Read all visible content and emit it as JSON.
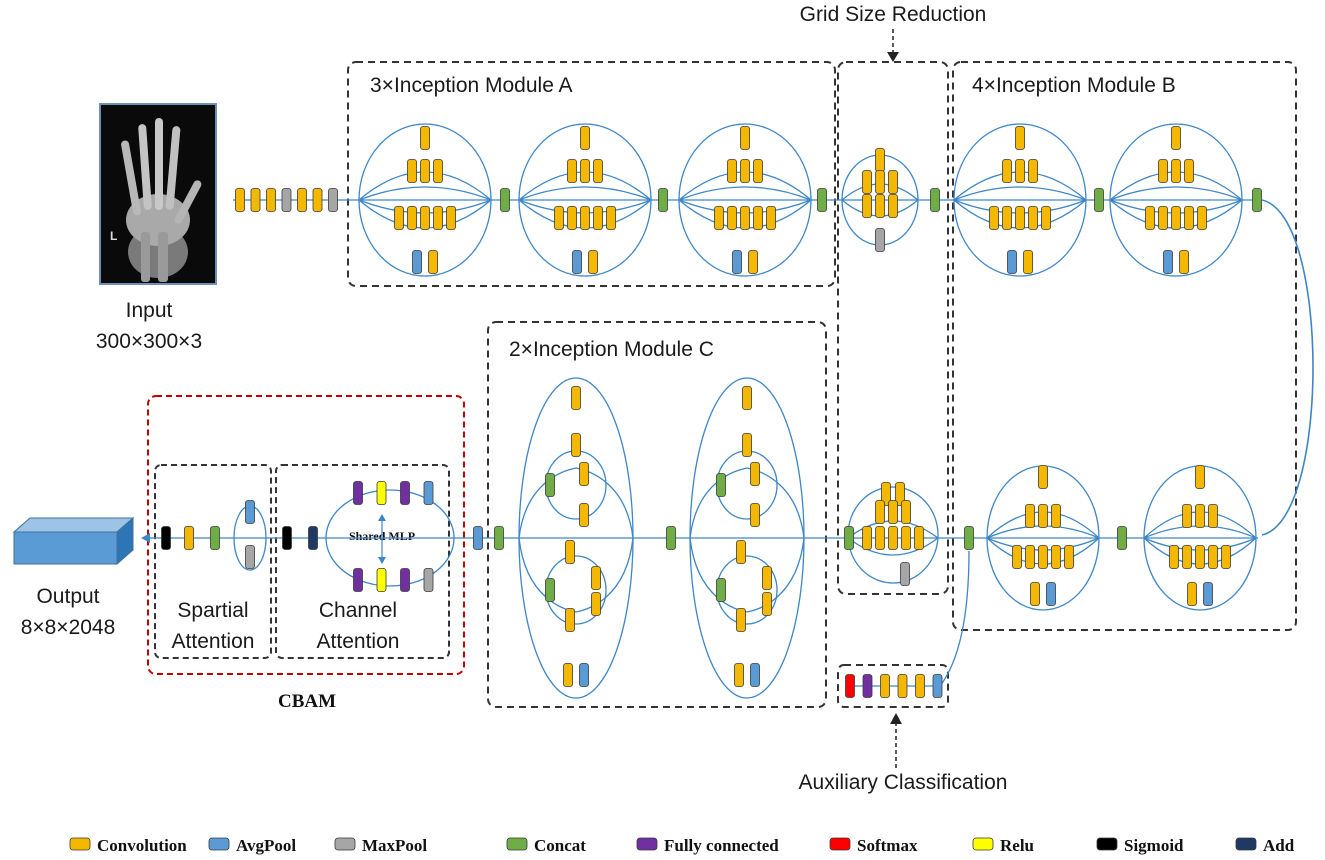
{
  "colors": {
    "convolution": "#F5B800",
    "avgpool": "#5B9BD5",
    "maxpool": "#A6A6A6",
    "concat": "#70AD47",
    "fully_connected": "#7030A0",
    "softmax": "#FF0000",
    "relu": "#FFFF00",
    "sigmoid": "#000000",
    "add": "#1F3864",
    "line": "#3E86C6",
    "dashed_box": "#333333",
    "cbam_box": "#C00000"
  },
  "input": {
    "title": "Input",
    "shape": "300×300×3"
  },
  "output": {
    "title": "Output",
    "shape": "8×8×2048"
  },
  "modules": {
    "a": "3×Inception Module A",
    "b": "4×Inception Module B",
    "c": "2×Inception Module C",
    "grid": "Grid Size Reduction",
    "aux": "Auxiliary Classification"
  },
  "cbam": {
    "title": "CBAM",
    "spatial": [
      "Spartial",
      "Attention"
    ],
    "channel": [
      "Channel",
      "Attention"
    ],
    "shared_mlp": "Shared MLP"
  },
  "legend": [
    {
      "key": "convolution",
      "label": "Convolution"
    },
    {
      "key": "avgpool",
      "label": "AvgPool"
    },
    {
      "key": "maxpool",
      "label": "MaxPool"
    },
    {
      "key": "concat",
      "label": "Concat"
    },
    {
      "key": "fully_connected",
      "label": "Fully connected"
    },
    {
      "key": "softmax",
      "label": "Softmax"
    },
    {
      "key": "relu",
      "label": "Relu"
    },
    {
      "key": "sigmoid",
      "label": "Sigmoid"
    },
    {
      "key": "add",
      "label": "Add"
    }
  ]
}
